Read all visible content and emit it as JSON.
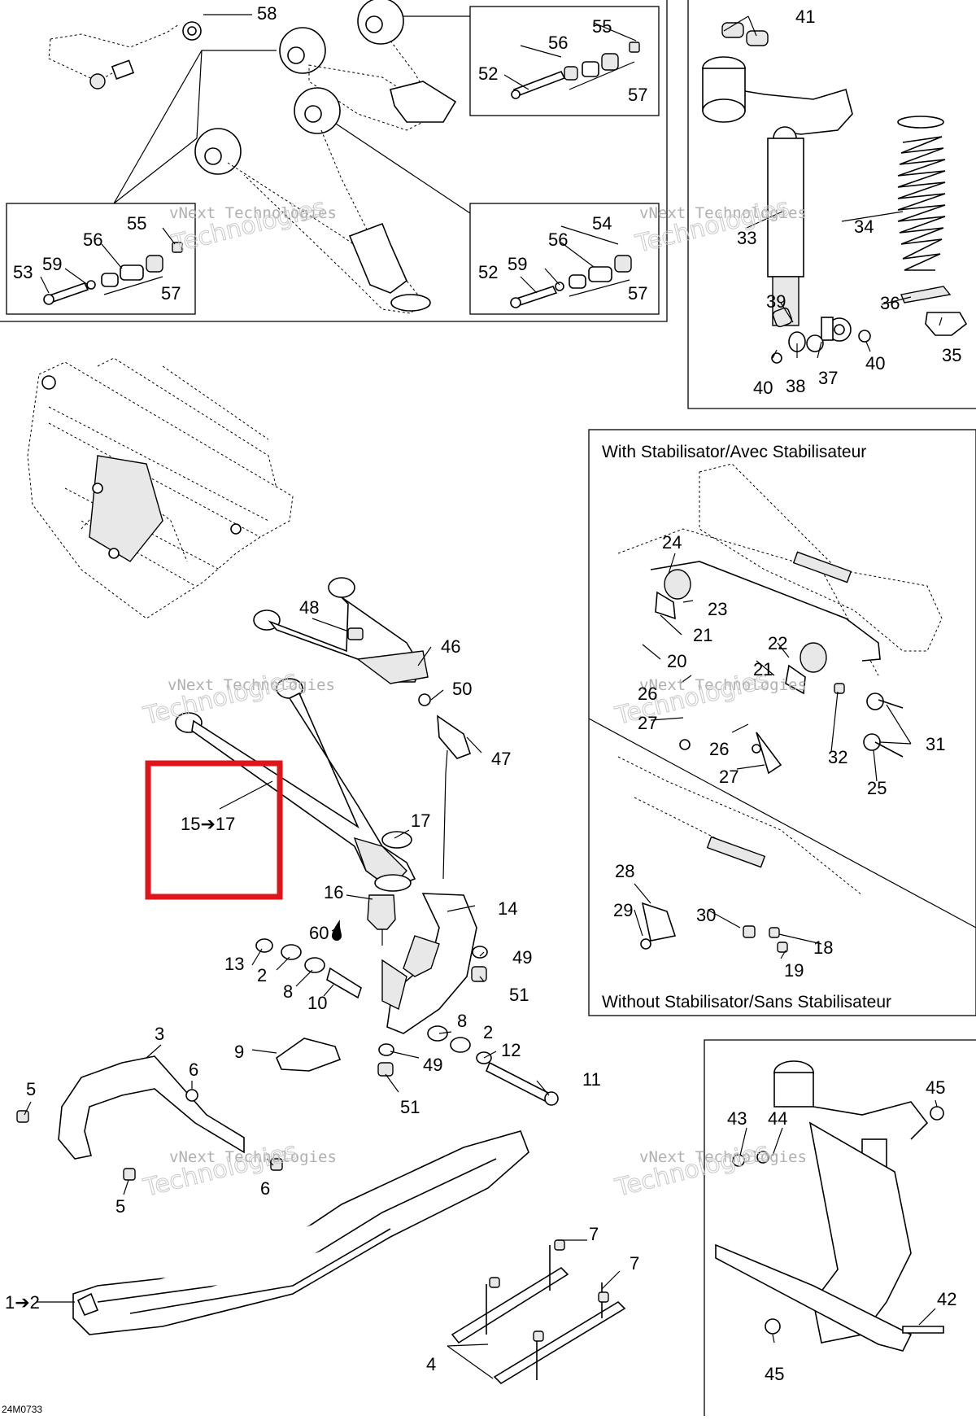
{
  "diagram": {
    "reference_code": "24M0733",
    "watermark_line1": "vNext Technologies",
    "watermark_line2": "Technologies",
    "highlight_color": "#e0141b",
    "with_stabilisator_title": "With Stabilisator/Avec Stabilisateur",
    "without_stabilisator_title": "Without Stabilisator/Sans Stabilisateur",
    "callouts": {
      "c58": "58",
      "c55a": "55",
      "c56a": "56",
      "c52a": "52",
      "c57a": "57",
      "c41": "41",
      "c33": "33",
      "c34": "34",
      "c39": "39",
      "c36": "36",
      "c35": "35",
      "c40a": "40",
      "c40b": "40",
      "c38": "38",
      "c37": "37",
      "c55b": "55",
      "c56b": "56",
      "c53": "53",
      "c59a": "59",
      "c57b": "57",
      "c54": "54",
      "c56c": "56",
      "c52b": "52",
      "c59b": "59",
      "c57c": "57",
      "c24": "24",
      "c23": "23",
      "c21a": "21",
      "c20": "20",
      "c22": "22",
      "c21b": "21",
      "c26a": "26",
      "c27a": "27",
      "c26b": "26",
      "c27b": "27",
      "c31": "31",
      "c32": "32",
      "c25": "25",
      "c28": "28",
      "c29": "29",
      "c30": "30",
      "c18": "18",
      "c19": "19",
      "c48": "48",
      "c46": "46",
      "c50": "50",
      "c47": "47",
      "c15_17": "15➔17",
      "c17": "17",
      "c16": "16",
      "c14": "14",
      "c60": "60",
      "c13": "13",
      "c2a": "2",
      "c8a": "8",
      "c10": "10",
      "c49a": "49",
      "c51a": "51",
      "c9": "9",
      "c8b": "8",
      "c2b": "2",
      "c12": "12",
      "c49b": "49",
      "c51b": "51",
      "c11": "11",
      "c3": "3",
      "c6a": "6",
      "c5a": "5",
      "c5b": "5",
      "c6b": "6",
      "c1_2": "1➔2",
      "c7a": "7",
      "c7b": "7",
      "c4": "4",
      "c45a": "45",
      "c43": "43",
      "c44": "44",
      "c42": "42",
      "c45b": "45"
    }
  }
}
